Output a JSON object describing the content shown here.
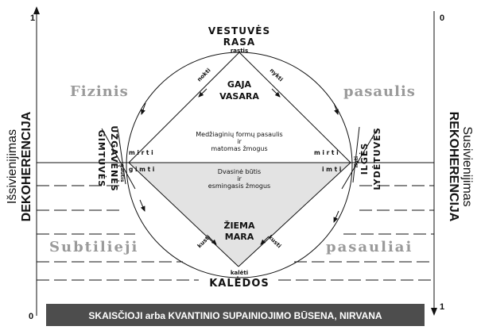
{
  "left_axis": {
    "line1": "Išsivienijimas",
    "line2": "DEKOHERENCIJA",
    "top": "1",
    "bottom": "0"
  },
  "right_axis": {
    "line1": "REKOHERENCIJA",
    "line2": "Susivienijimas",
    "top": "0",
    "bottom": "1"
  },
  "top_label": {
    "line1": "VESTUVĖS",
    "line2": "RASA",
    "sub": "rastis"
  },
  "bottom_label": {
    "title": "KALĖDOS",
    "sub": "kalėti"
  },
  "left_label": {
    "line1": "GIMTUVĖS",
    "line2": "UŽGAVĖNĖS",
    "sub": "gautis"
  },
  "right_label": {
    "line1": "ILGĖS",
    "line2": "LYDĖTUVĖS",
    "sub": "ilgti"
  },
  "upper_corner": {
    "line1": "GAJA",
    "line2": "VASARA"
  },
  "lower_corner": {
    "line1": "ŽIEMA",
    "line2": "MARA"
  },
  "upper_text": {
    "line1": "Medžiaginių formų pasaulis",
    "line2": "ir",
    "line3": "matomas žmogus"
  },
  "lower_text": {
    "line1": "Dvasinė būtis",
    "line2": "ir",
    "line3": "esmingasis žmogus"
  },
  "node_labels": {
    "left_upper": "m i r t i",
    "left_lower": "g i m t i",
    "right_upper": "m i r t i",
    "right_lower": "i m t i"
  },
  "arrow_labels": {
    "nokti": "nokti",
    "nykti": "nykti",
    "kusti_left": "kusti",
    "kusti_right": "kusti"
  },
  "physical_world": {
    "left": "Fizinis",
    "right": "pasaulis"
  },
  "subtle_world": {
    "left": "Subtilieji",
    "right": "pasauliai"
  },
  "banner": "SKAISČIOJI arba KVANTINIO SUPAINIOJIMO BŪSENA, NIRVANA",
  "colors": {
    "banner_bg": "#4d4d4d",
    "banner_text": "#ffffff",
    "shaded": "#e3e3e3",
    "world_text": "#9a9a9a"
  }
}
